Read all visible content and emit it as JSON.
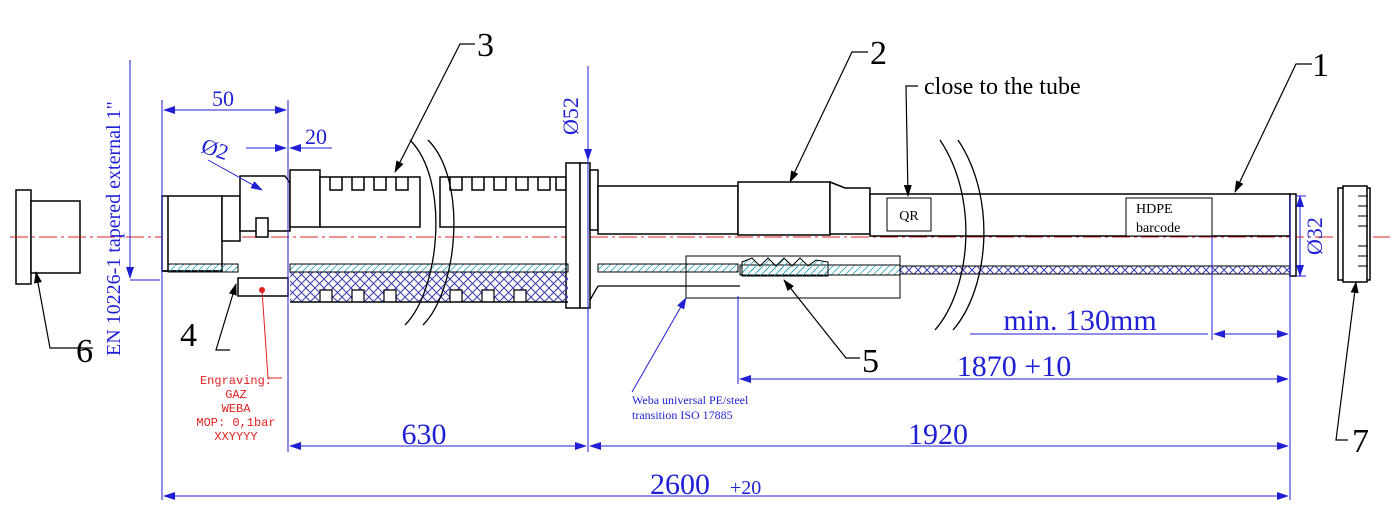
{
  "drawing": {
    "labels": {
      "part1": "1",
      "part2": "2",
      "part3": "3",
      "part4": "4",
      "part5": "5",
      "part6": "6",
      "part7": "7"
    },
    "dimensions": {
      "d50": "50",
      "d20": "20",
      "dia2": "Ø2",
      "dia52": "Ø52",
      "dia32": "Ø32",
      "d630": "630",
      "d1920": "1920",
      "d1870": "1870 +10",
      "d2600": "2600",
      "d2600_tol": "+20",
      "min130": "min. 130mm"
    },
    "notes": {
      "thread": "EN 10226-1 tapered external 1\"",
      "close": "close to the tube",
      "qr": "QR",
      "hdpe_line1": "HDPE",
      "hdpe_line2": "barcode",
      "weba_line1": "Weba universal PE/steel",
      "weba_line2": "transition ISO 17885",
      "eng1": "Engraving:",
      "eng2": "GAZ",
      "eng3": "WEBA",
      "eng4": "MOP: 0,1bar",
      "eng5": "XXYYYY"
    },
    "colors": {
      "dimension": "#1f1fd6",
      "line": "#000000",
      "centerline": "#e02020",
      "hatch": "#3a3ab0",
      "engraving": "#e02020"
    }
  }
}
